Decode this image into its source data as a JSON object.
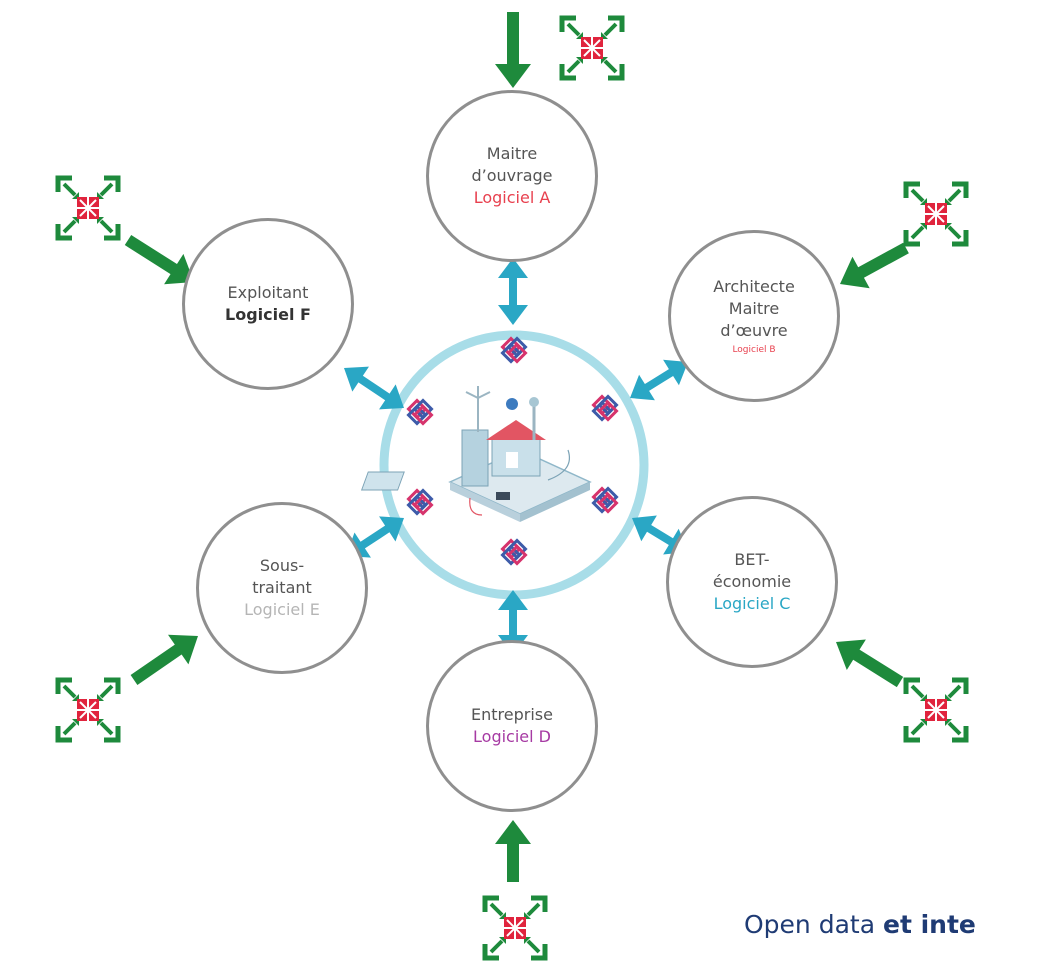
{
  "diagram": {
    "hub": {
      "illustration": "smart-building-isometric-icon",
      "ring_color": "#a8dde8"
    },
    "nodes": [
      {
        "id": "maitre-ouvrage",
        "role_lines": [
          "Maitre",
          "d’ouvrage"
        ],
        "software": "Logiciel A",
        "software_color": "#e8414f"
      },
      {
        "id": "architecte",
        "role_lines": [
          "Architecte",
          "Maitre",
          "d’œuvre"
        ],
        "software": "Logiciel B",
        "software_color": "#e8414f"
      },
      {
        "id": "bet-economie",
        "role_lines": [
          "BET-",
          "économie"
        ],
        "software": "Logiciel C",
        "software_color": "#2aa7c5"
      },
      {
        "id": "entreprise",
        "role_lines": [
          "Entreprise"
        ],
        "software": "Logiciel D",
        "software_color": "#a63aa3"
      },
      {
        "id": "sous-traitant",
        "role_lines": [
          "Sous-",
          "traitant"
        ],
        "software": "Logiciel E",
        "software_color": "#b5b5b5"
      },
      {
        "id": "exploitant",
        "role_lines": [
          "Exploitant"
        ],
        "software": "Logiciel F",
        "software_color": "#333333"
      }
    ],
    "colors": {
      "node_border": "#8f8f8f",
      "exchange_arrow": "#2aa7c5",
      "input_arrow": "#1e8a3c",
      "standard_icon_frame": "#1e8a3c",
      "standard_icon_core": "#e0243d",
      "format_icon_pink": "#d6336c",
      "format_icon_blue": "#3d5ba9"
    },
    "icons": {
      "input_standard": "compress-standard-icon",
      "exchange_format": "interoperable-format-icon"
    }
  },
  "footer": {
    "title_parts": [
      "Open data ",
      "et",
      " inte"
    ]
  }
}
